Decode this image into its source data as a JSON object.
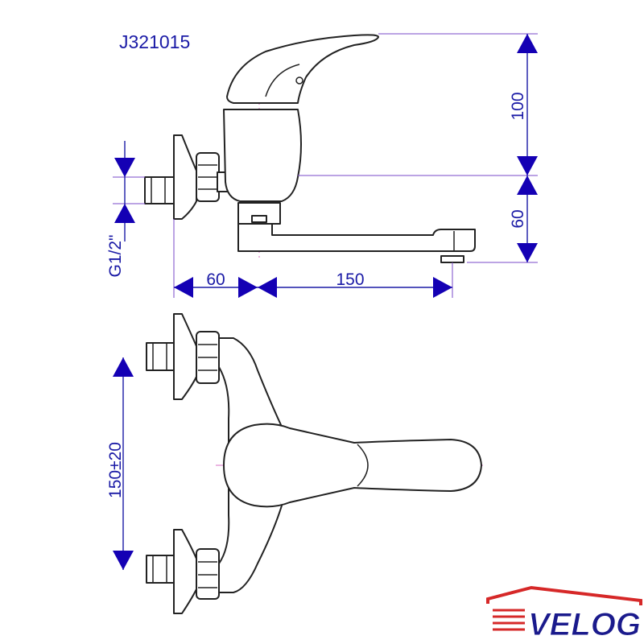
{
  "model_code": "J321015",
  "dimensions": {
    "lever_height": "100",
    "spout_drop": "60",
    "inlet_thread": "G1/2\"",
    "wall_offset": "60",
    "spout_reach": "150",
    "inlet_spacing": "150±20"
  },
  "brand": {
    "name": "VELOG",
    "primary_color": "#1a1a8c",
    "accent_color": "#d62828"
  },
  "colors": {
    "dimension": "#1400b4",
    "outline": "#222222",
    "centerline": "#e08ad0"
  }
}
